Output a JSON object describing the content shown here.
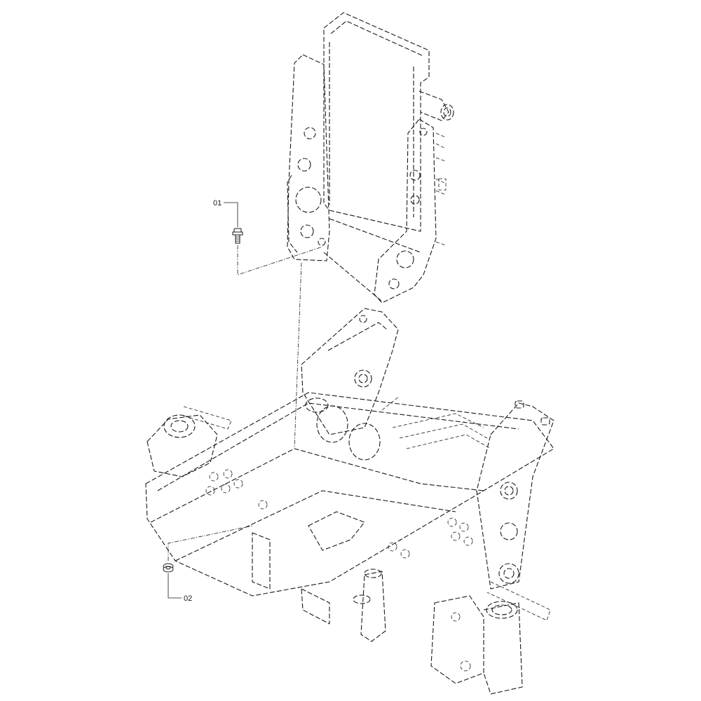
{
  "callouts": [
    {
      "id": "01",
      "label": "01"
    },
    {
      "id": "02",
      "label": "02"
    }
  ],
  "colors": {
    "line": "#1a1a1a",
    "background": "#ffffff"
  }
}
